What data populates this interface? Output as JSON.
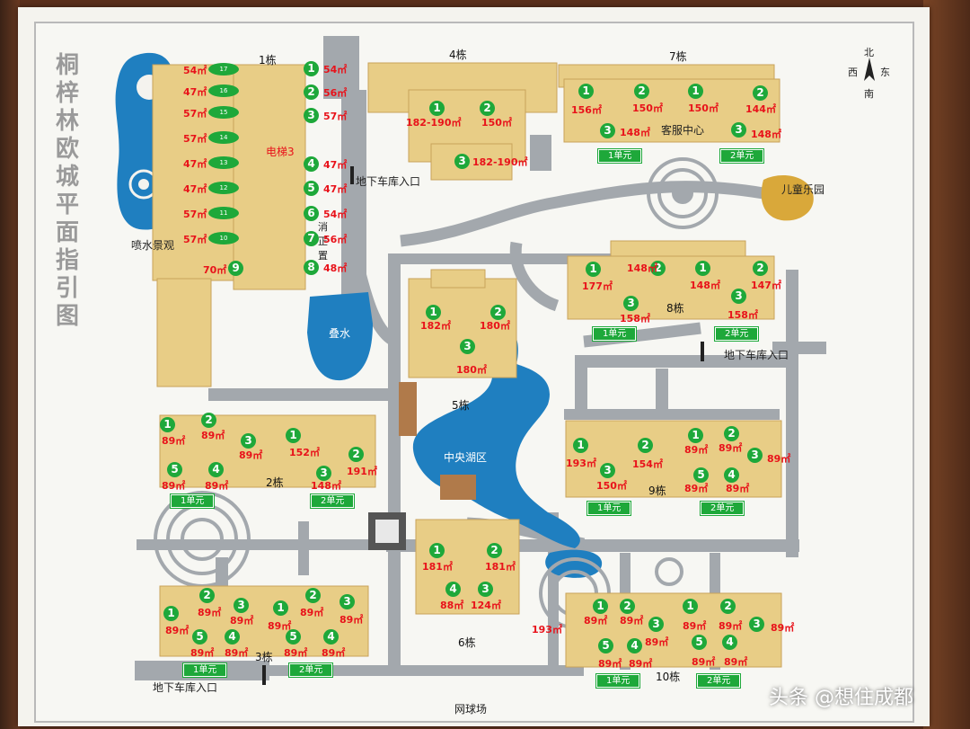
{
  "title_chars": [
    "桐",
    "梓",
    "林",
    "欧",
    "城",
    "平",
    "面",
    "指",
    "引",
    "图"
  ],
  "compass": {
    "north": "北",
    "east": "东",
    "south": "南",
    "west": "西"
  },
  "watermark": "头条 @想住成都",
  "labels": {
    "fountain": "喷水景观",
    "elevator": "电梯3",
    "stair_a": "消",
    "stair_b": "正",
    "stair_c": "置",
    "garage1": "地下车库入口",
    "garage2": "地下车库入口",
    "garage3": "地下车库入口",
    "pond": "叠水",
    "lake": "中央湖区",
    "playground": "儿童乐园",
    "service": "客服中心",
    "tennis": "网球场"
  },
  "buildings": {
    "b1": "1栋",
    "b2": "2栋",
    "b3": "3栋",
    "b4": "4栋",
    "b5": "5栋",
    "b6": "6栋",
    "b7": "7栋",
    "b8": "8栋",
    "b9": "9栋",
    "b10": "10栋"
  },
  "units": {
    "u_b2_1": "1单元",
    "u_b2_2": "2单元",
    "u_b3_1": "1单元",
    "u_b3_2": "2单元",
    "u_b7_1": "1单元",
    "u_b7_2": "2单元",
    "u_b8_1": "1单元",
    "u_b8_2": "2单元",
    "u_b9_1": "1单元",
    "u_b9_2": "2单元",
    "u_b10_1": "1单元",
    "u_b10_2": "2单元"
  },
  "b1_left_floors": [
    {
      "area": "54㎡",
      "floor": "17"
    },
    {
      "area": "47㎡",
      "floor": "16"
    },
    {
      "area": "57㎡",
      "floor": "15"
    },
    {
      "area": "57㎡",
      "floor": "14"
    },
    {
      "area": "47㎡",
      "floor": "13"
    },
    {
      "area": "47㎡",
      "floor": "12"
    },
    {
      "area": "57㎡",
      "floor": "11"
    },
    {
      "area": "57㎡",
      "floor": "10"
    }
  ],
  "b1_floor9": {
    "area": "70㎡",
    "num": "9"
  },
  "b1_right": [
    {
      "num": "1",
      "area": "54㎡"
    },
    {
      "num": "2",
      "area": "56㎡"
    },
    {
      "num": "3",
      "area": "57㎡"
    },
    {
      "num": "4",
      "area": "47㎡"
    },
    {
      "num": "5",
      "area": "47㎡"
    },
    {
      "num": "6",
      "area": "54㎡"
    },
    {
      "num": "7",
      "area": "56㎡"
    },
    {
      "num": "8",
      "area": "48㎡"
    }
  ],
  "markers": [
    {
      "id": "b4-1",
      "num": "1",
      "area": "182-190㎡"
    },
    {
      "id": "b4-2",
      "num": "2",
      "area": "150㎡"
    },
    {
      "id": "b4-3",
      "num": "3",
      "area": "182-190㎡"
    },
    {
      "id": "b7-1",
      "num": "1",
      "area": "156㎡"
    },
    {
      "id": "b7-2",
      "num": "2",
      "area": "150㎡"
    },
    {
      "id": "b7-3",
      "num": "3",
      "area": "148㎡"
    },
    {
      "id": "b7-4",
      "num": "1",
      "area": "150㎡"
    },
    {
      "id": "b7-5",
      "num": "2",
      "area": "144㎡"
    },
    {
      "id": "b7-6",
      "num": "3",
      "area": "148㎡"
    },
    {
      "id": "b8-1",
      "num": "1",
      "area": "177㎡"
    },
    {
      "id": "b8-2",
      "num": "2",
      "area": "148㎡"
    },
    {
      "id": "b8-3",
      "num": "3",
      "area": "158㎡"
    },
    {
      "id": "b8-4",
      "num": "1",
      "area": "148㎡"
    },
    {
      "id": "b8-5",
      "num": "2",
      "area": "147㎡"
    },
    {
      "id": "b8-6",
      "num": "3",
      "area": "158㎡"
    },
    {
      "id": "b5-1",
      "num": "1",
      "area": "182㎡"
    },
    {
      "id": "b5-2",
      "num": "2",
      "area": "180㎡"
    },
    {
      "id": "b5-3",
      "num": "3",
      "area": "180㎡"
    },
    {
      "id": "b2-1",
      "num": "1",
      "area": "89㎡"
    },
    {
      "id": "b2-2",
      "num": "2",
      "area": "89㎡"
    },
    {
      "id": "b2-3",
      "num": "3",
      "area": "89㎡"
    },
    {
      "id": "b2-4",
      "num": "4",
      "area": "89㎡"
    },
    {
      "id": "b2-5",
      "num": "5",
      "area": "89㎡"
    },
    {
      "id": "b2-6",
      "num": "1",
      "area": "152㎡"
    },
    {
      "id": "b2-7",
      "num": "2",
      "area": "191㎡"
    },
    {
      "id": "b2-8",
      "num": "3",
      "area": "148㎡"
    },
    {
      "id": "b9-1",
      "num": "1",
      "area": "193㎡"
    },
    {
      "id": "b9-2",
      "num": "2",
      "area": "154㎡"
    },
    {
      "id": "b9-3",
      "num": "3",
      "area": "150㎡"
    },
    {
      "id": "b9-4",
      "num": "1",
      "area": "89㎡"
    },
    {
      "id": "b9-5",
      "num": "2",
      "area": "89㎡"
    },
    {
      "id": "b9-6",
      "num": "3",
      "area": "89㎡"
    },
    {
      "id": "b9-7",
      "num": "4",
      "area": "89㎡"
    },
    {
      "id": "b9-8",
      "num": "5",
      "area": "89㎡"
    },
    {
      "id": "b6-1",
      "num": "1",
      "area": "181㎡"
    },
    {
      "id": "b6-2",
      "num": "2",
      "area": "181㎡"
    },
    {
      "id": "b6-3",
      "num": "3",
      "area": "124㎡"
    },
    {
      "id": "b6-4",
      "num": "4",
      "area": "88㎡"
    },
    {
      "id": "b3-1",
      "num": "1",
      "area": "89㎡"
    },
    {
      "id": "b3-2",
      "num": "2",
      "area": "89㎡"
    },
    {
      "id": "b3-3",
      "num": "3",
      "area": "89㎡"
    },
    {
      "id": "b3-4",
      "num": "4",
      "area": "89㎡"
    },
    {
      "id": "b3-5",
      "num": "5",
      "area": "89㎡"
    },
    {
      "id": "b3-6",
      "num": "1",
      "area": "89㎡"
    },
    {
      "id": "b3-7",
      "num": "2",
      "area": "89㎡"
    },
    {
      "id": "b3-8",
      "num": "3",
      "area": "89㎡"
    },
    {
      "id": "b3-9",
      "num": "4",
      "area": "89㎡"
    },
    {
      "id": "b3-10",
      "num": "5",
      "area": "89㎡"
    },
    {
      "id": "b10-1",
      "num": "1",
      "area": "89㎡"
    },
    {
      "id": "b10-2",
      "num": "2",
      "area": "89㎡"
    },
    {
      "id": "b10-3",
      "num": "3",
      "area": "89㎡"
    },
    {
      "id": "b10-4",
      "num": "4",
      "area": "89㎡"
    },
    {
      "id": "b10-5",
      "num": "5",
      "area": "89㎡"
    },
    {
      "id": "b10-6",
      "num": "1",
      "area": "89㎡"
    },
    {
      "id": "b10-7",
      "num": "2",
      "area": "89㎡"
    },
    {
      "id": "b10-8",
      "num": "3",
      "area": "89㎡"
    },
    {
      "id": "b10-9",
      "num": "4",
      "area": "89㎡"
    },
    {
      "id": "b10-10",
      "num": "5",
      "area": "89㎡"
    }
  ],
  "extra_area": "193㎡",
  "colors": {
    "road": "#9aa0a6",
    "building": "#e8cd86",
    "water": "#1f7fc0",
    "marker": "#1ea83a",
    "area_text": "#e8121a"
  }
}
